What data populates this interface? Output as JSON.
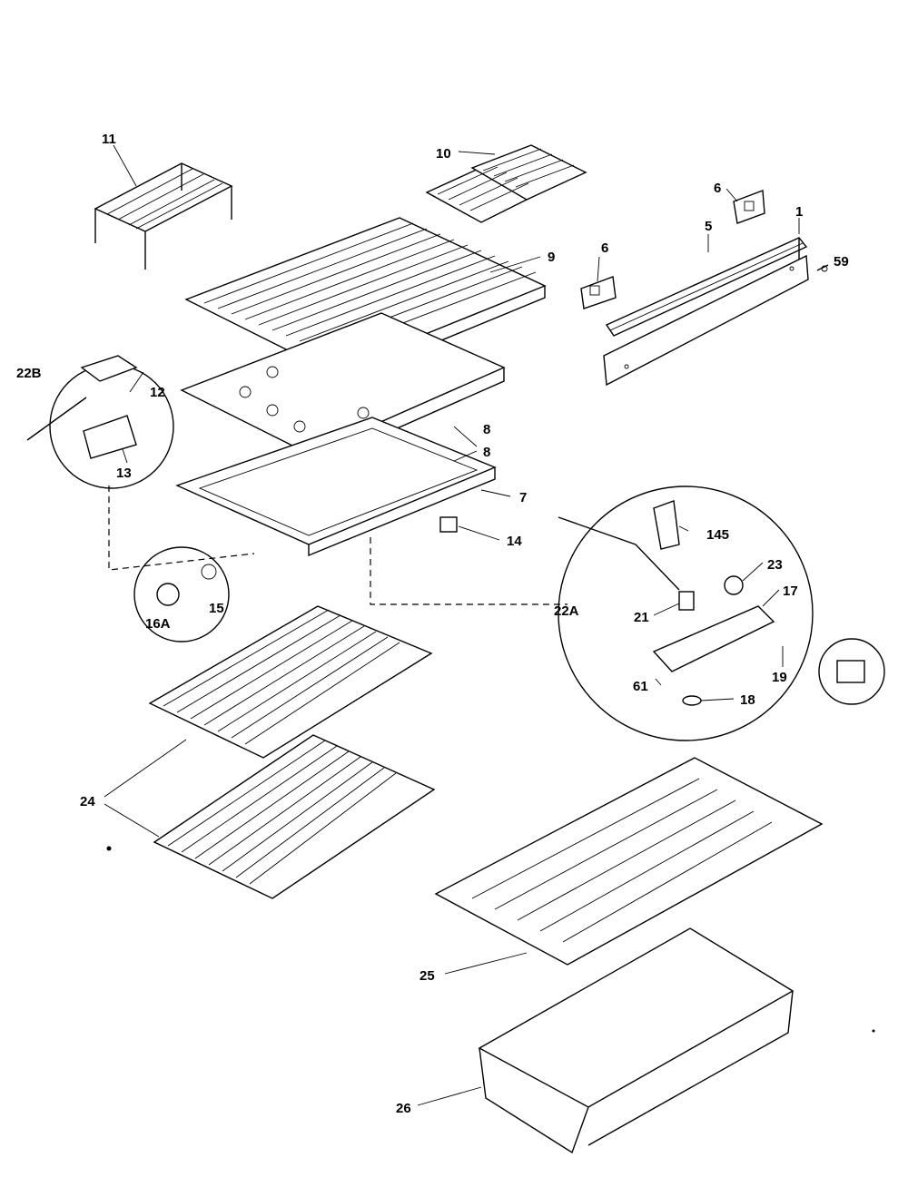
{
  "labels": {
    "p11": "11",
    "p10": "10",
    "p6a": "6",
    "p6b": "6",
    "p5": "5",
    "p1": "1",
    "p59": "59",
    "p9": "9",
    "p22b": "22B",
    "p12": "12",
    "p13": "13",
    "p8a": "8",
    "p8b": "8",
    "p7": "7",
    "p14": "14",
    "p16a": "16A",
    "p15": "15",
    "p145": "145",
    "p23": "23",
    "p17": "17",
    "p22a": "22A",
    "p21": "21",
    "p61": "61",
    "p18": "18",
    "p19": "19",
    "p24": "24",
    "p25": "25",
    "p26": "26"
  }
}
